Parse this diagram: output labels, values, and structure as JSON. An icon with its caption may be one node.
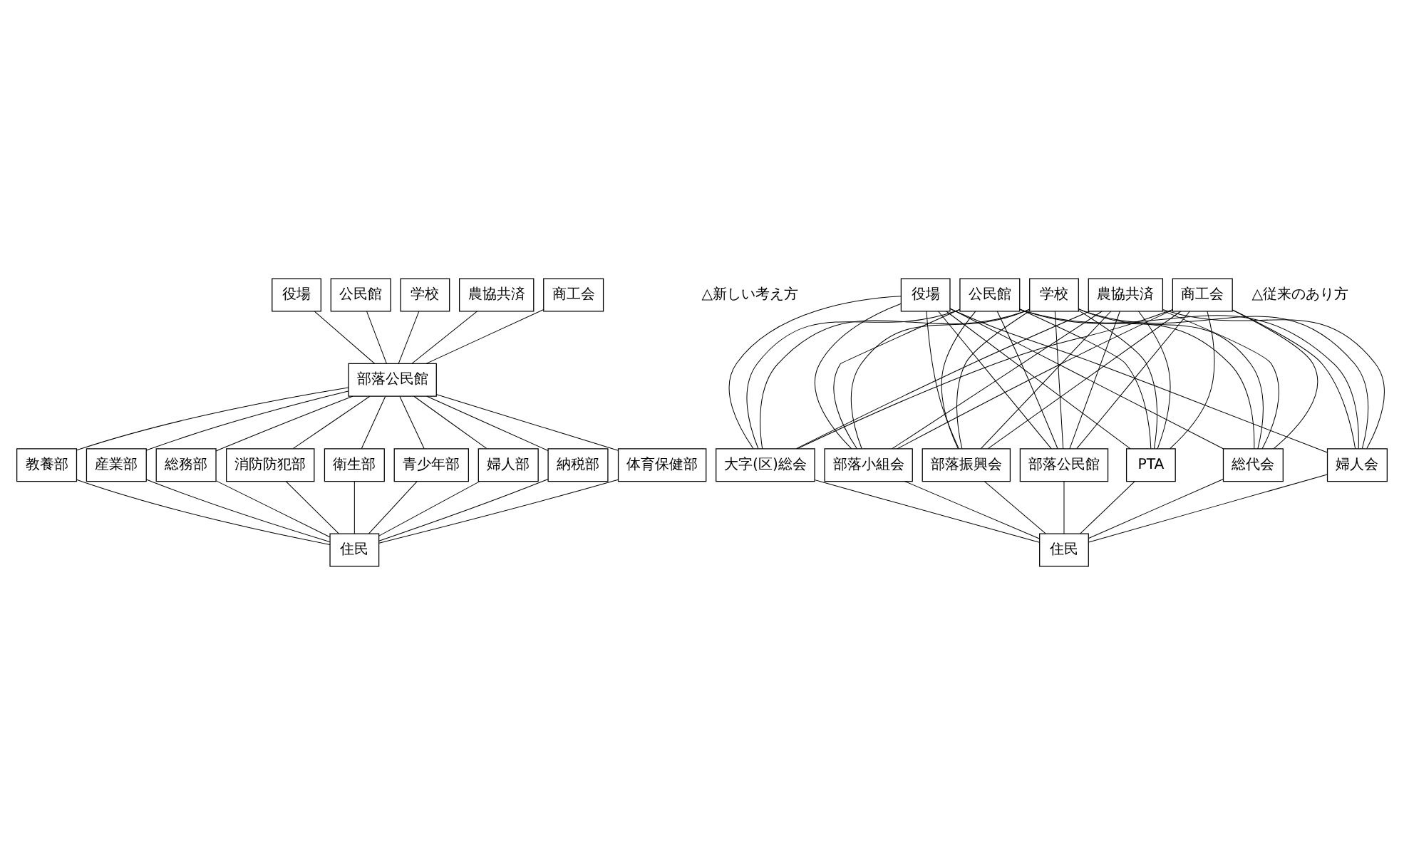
{
  "diagram": {
    "nodes": [
      {
        "text": [
          "役場"
        ]
      },
      {
        "text": [
          "公民館"
        ]
      },
      {
        "text": [
          "学校"
        ]
      },
      {
        "text": [
          "農協共済"
        ]
      },
      {
        "text": [
          "商工会"
        ]
      },
      {
        "text": [
          "部落公民館"
        ]
      },
      {
        "text": [
          "消防防犯部"
        ]
      },
      {
        "text": [
          "衛生部"
        ]
      },
      {
        "text": [
          "青少年部"
        ]
      },
      {
        "text": [
          "婦人部"
        ]
      },
      {
        "text": [
          "納税部"
        ]
      },
      {
        "text": [
          "体育保健部"
        ]
      },
      {
        "text": [
          "教養部"
        ]
      },
      {
        "text": [
          "産業部"
        ]
      },
      {
        "text": [
          "総務部"
        ]
      },
      {
        "text": [
          "住民"
        ]
      },
      {
        "text": [
          "役場"
        ]
      },
      {
        "text": [
          "公民館"
        ]
      },
      {
        "text": [
          "学校"
        ]
      },
      {
        "text": [
          "農協共済"
        ]
      },
      {
        "text": [
          "商工会"
        ]
      },
      {
        "text": [
          "総代会"
        ]
      },
      {
        "text": [
          "PTA"
        ]
      },
      {
        "text": [
          "婦人会"
        ]
      },
      {
        "text": [
          "部落振興会"
        ]
      },
      {
        "text": [
          "部落小組会"
        ]
      },
      {
        "text": [
          "部落公民館"
        ]
      },
      {
        "text": [
          "大字(区)総会"
        ]
      },
      {
        "text": [
          "住民"
        ]
      }
    ],
    "edges": [
      {
        "from": 0,
        "to": 5,
        "arrow": "none"
      },
      {
        "from": 1,
        "to": 5,
        "arrow": "none"
      },
      {
        "from": 2,
        "to": 5,
        "arrow": "none"
      },
      {
        "from": 3,
        "to": 5,
        "arrow": "none"
      },
      {
        "from": 4,
        "to": 5,
        "arrow": "none"
      },
      {
        "from": 5,
        "to": 6,
        "arrow": "none"
      },
      {
        "from": 5,
        "to": 7,
        "arrow": "none"
      },
      {
        "from": 5,
        "to": 8,
        "arrow": "none"
      },
      {
        "from": 5,
        "to": 9,
        "arrow": "none"
      },
      {
        "from": 5,
        "to": 10,
        "arrow": "none"
      },
      {
        "from": 5,
        "to": 11,
        "arrow": "none"
      },
      {
        "from": 5,
        "to": 12,
        "arrow": "none"
      },
      {
        "from": 5,
        "to": 13,
        "arrow": "none"
      },
      {
        "from": 5,
        "to": 14,
        "arrow": "none"
      },
      {
        "from": 6,
        "to": 15,
        "arrow": "none"
      },
      {
        "from": 7,
        "to": 15,
        "arrow": "none"
      },
      {
        "from": 8,
        "to": 15,
        "arrow": "none"
      },
      {
        "from": 9,
        "to": 15,
        "arrow": "none"
      },
      {
        "from": 10,
        "to": 15,
        "arrow": "none"
      },
      {
        "from": 11,
        "to": 15,
        "arrow": "none"
      },
      {
        "from": 12,
        "to": 15,
        "arrow": "none"
      },
      {
        "from": 13,
        "to": 15,
        "arrow": "none"
      },
      {
        "from": 14,
        "to": 15,
        "arrow": "none"
      },
      {
        "from": 16,
        "to": 21,
        "arrow": "none"
      },
      {
        "from": 16,
        "to": 22,
        "arrow": "none"
      },
      {
        "from": 16,
        "to": 23,
        "arrow": "none"
      },
      {
        "from": 16,
        "to": 24,
        "arrow": "none"
      },
      {
        "from": 16,
        "to": 25,
        "arrow": "none"
      },
      {
        "from": 16,
        "to": 26,
        "arrow": "none"
      },
      {
        "from": 16,
        "to": 27,
        "arrow": "none"
      },
      {
        "from": 17,
        "to": 21,
        "arrow": "none"
      },
      {
        "from": 17,
        "to": 22,
        "arrow": "none"
      },
      {
        "from": 17,
        "to": 23,
        "arrow": "none"
      },
      {
        "from": 17,
        "to": 24,
        "arrow": "none"
      },
      {
        "from": 17,
        "to": 25,
        "arrow": "none"
      },
      {
        "from": 17,
        "to": 26,
        "arrow": "none"
      },
      {
        "from": 17,
        "to": 27,
        "arrow": "none"
      },
      {
        "from": 18,
        "to": 21,
        "arrow": "none"
      },
      {
        "from": 18,
        "to": 22,
        "arrow": "none"
      },
      {
        "from": 18,
        "to": 23,
        "arrow": "none"
      },
      {
        "from": 18,
        "to": 24,
        "arrow": "none"
      },
      {
        "from": 18,
        "to": 25,
        "arrow": "none"
      },
      {
        "from": 18,
        "to": 26,
        "arrow": "none"
      },
      {
        "from": 18,
        "to": 27,
        "arrow": "none"
      },
      {
        "from": 19,
        "to": 21,
        "arrow": "none"
      },
      {
        "from": 19,
        "to": 22,
        "arrow": "none"
      },
      {
        "from": 19,
        "to": 23,
        "arrow": "none"
      },
      {
        "from": 19,
        "to": 24,
        "arrow": "none"
      },
      {
        "from": 19,
        "to": 25,
        "arrow": "none"
      },
      {
        "from": 19,
        "to": 26,
        "arrow": "none"
      },
      {
        "from": 19,
        "to": 27,
        "arrow": "none"
      },
      {
        "from": 20,
        "to": 21,
        "arrow": "none"
      },
      {
        "from": 20,
        "to": 22,
        "arrow": "none"
      },
      {
        "from": 20,
        "to": 23,
        "arrow": "none"
      },
      {
        "from": 20,
        "to": 24,
        "arrow": "none"
      },
      {
        "from": 20,
        "to": 25,
        "arrow": "none"
      },
      {
        "from": 20,
        "to": 26,
        "arrow": "none"
      },
      {
        "from": 20,
        "to": 27,
        "arrow": "none"
      },
      {
        "from": 21,
        "to": 28,
        "arrow": "none"
      },
      {
        "from": 22,
        "to": 28,
        "arrow": "none"
      },
      {
        "from": 23,
        "to": 28,
        "arrow": "none"
      },
      {
        "from": 24,
        "to": 28,
        "arrow": "none"
      },
      {
        "from": 25,
        "to": 28,
        "arrow": "none"
      },
      {
        "from": 26,
        "to": 28,
        "arrow": "none"
      },
      {
        "from": 27,
        "to": 28,
        "arrow": "none"
      }
    ],
    "labels": [
      "△新しい考え方",
      "△従来のあり方"
    ]
  }
}
